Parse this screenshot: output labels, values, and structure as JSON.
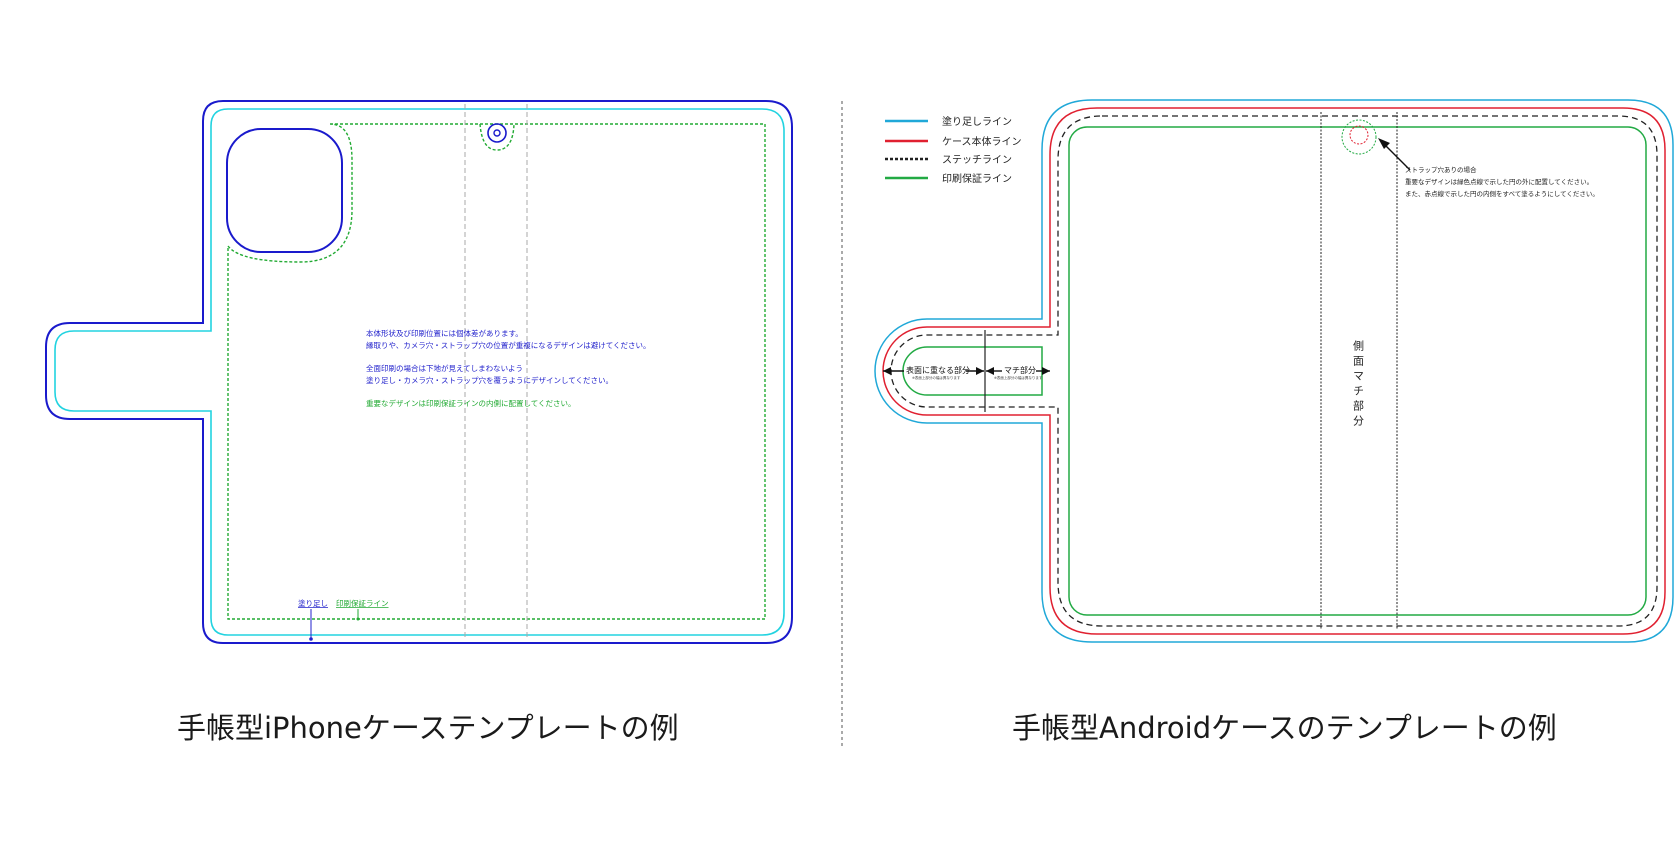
{
  "colors": {
    "case_outline": "#1a1acc",
    "bleed": "#22d3e0",
    "print_safe": "#22aa33",
    "fold": "#aaaaaa",
    "blue_text": "#2222cc",
    "legend_bleed": "#20a8d8",
    "legend_body": "#e02030",
    "legend_stitch": "#222222",
    "legend_safe": "#22aa44"
  },
  "iphone": {
    "caption": "手帳型iPhoneケーステンプレートの例",
    "notes": [
      "本体形状及び印刷位置には個体差があります。",
      "縁取りや、カメラ穴・ストラップ穴の位置が重複になるデザインは避けてください。",
      "全面印刷の場合は下地が見えてしまわないよう",
      "塗り足し・カメラ穴・ストラップ穴を覆うようにデザインしてください。",
      "重要なデザインは印刷保証ラインの内側に配置してください。"
    ],
    "label_bleed": "塗り足し",
    "label_safe": "印刷保証ライン"
  },
  "android": {
    "caption": "手帳型Androidケースのテンプレートの例",
    "legend": [
      {
        "label": "塗り足しライン",
        "icon": "solid-line-icon"
      },
      {
        "label": "ケース本体ライン",
        "icon": "solid-line-icon"
      },
      {
        "label": "ステッチライン",
        "icon": "dotted-line-icon"
      },
      {
        "label": "印刷保証ライン",
        "icon": "solid-line-icon"
      }
    ],
    "strap_notes": [
      "ストラップ穴ありの場合",
      "重要なデザインは緑色点線で示した円の外に配置してください。",
      "また、赤点線で示した円の内側をすべて塗るようにしてください。"
    ],
    "side_label": "側面マチ部分",
    "tab_front": "表面に重なる部分",
    "tab_front_sub": "※表面上部分の幅は異なります",
    "tab_gusset": "マチ部分",
    "tab_gusset_sub": "※表面上部分の幅は異なります"
  }
}
